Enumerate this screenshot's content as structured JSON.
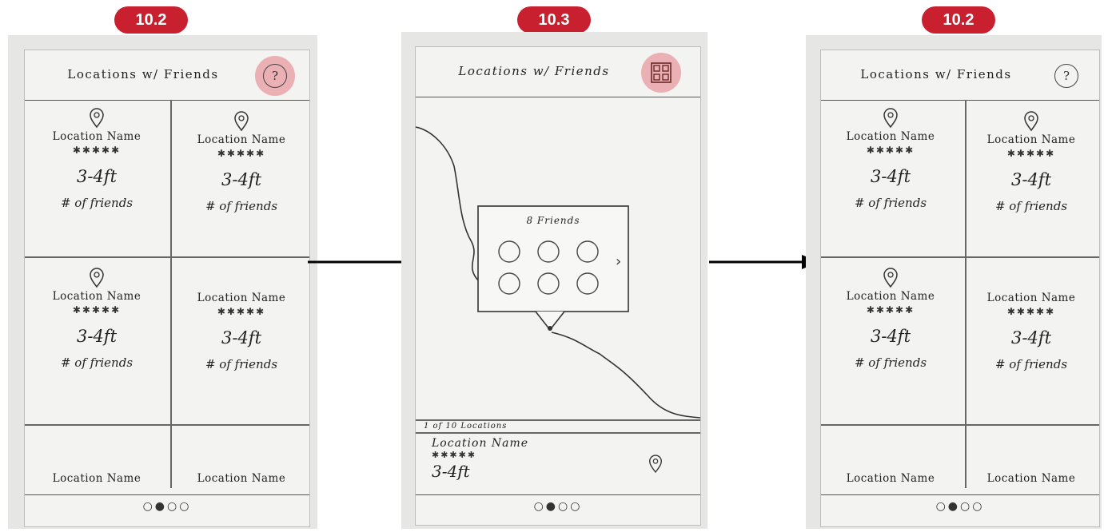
{
  "screens": [
    {
      "badge": "10.2",
      "title": "Locations w/ Friends",
      "header_icon": "?",
      "header_icon_highlighted": true,
      "cells": [
        {
          "name": "Location Name",
          "stars": "✱✱✱✱✱",
          "height": "3-4ft",
          "friends": "# of friends"
        },
        {
          "name": "Location Name",
          "stars": "✱✱✱✱✱",
          "height": "3-4ft",
          "friends": "# of friends"
        },
        {
          "name": "Location Name",
          "stars": "✱✱✱✱✱",
          "height": "3-4ft",
          "friends": "# of friends"
        },
        {
          "name": "Location Name",
          "stars": "✱✱✱✱✱",
          "height": "3-4ft",
          "friends": "# of friends"
        }
      ],
      "last_row": [
        "Location Name",
        "Location Name"
      ],
      "pagination": "○●○○"
    },
    {
      "badge": "10.3",
      "title": "Locations w/ Friends",
      "header_icon_name": "grid-view-icon",
      "header_icon_highlighted": true,
      "friends_box_title": "8 Friends",
      "friends_box_more": "›",
      "location_counter": "1 of 10 Locations",
      "bottom_location": {
        "name": "Location Name",
        "stars": "✱✱✱✱✱",
        "height": "3-4ft"
      },
      "pagination": "○●○○"
    },
    {
      "badge": "10.2",
      "title": "Locations w/ Friends",
      "header_icon": "?",
      "header_icon_highlighted": false,
      "cells": [
        {
          "name": "Location Name",
          "stars": "✱✱✱✱✱",
          "height": "3-4ft",
          "friends": "# of friends"
        },
        {
          "name": "Location Name",
          "stars": "✱✱✱✱✱",
          "height": "3-4ft",
          "friends": "# of friends"
        },
        {
          "name": "Location Name",
          "stars": "✱✱✱✱✱",
          "height": "3-4ft",
          "friends": "# of friends"
        },
        {
          "name": "Location Name",
          "stars": "✱✱✱✱✱",
          "height": "3-4ft",
          "friends": "# of friends"
        }
      ],
      "last_row": [
        "Location Name",
        "Location Name"
      ],
      "pagination": "○●○○"
    }
  ],
  "colors": {
    "badge": "#c8202f",
    "highlight": "#e47882",
    "paper": "#f3f3f1",
    "card": "#e6e7e5"
  }
}
